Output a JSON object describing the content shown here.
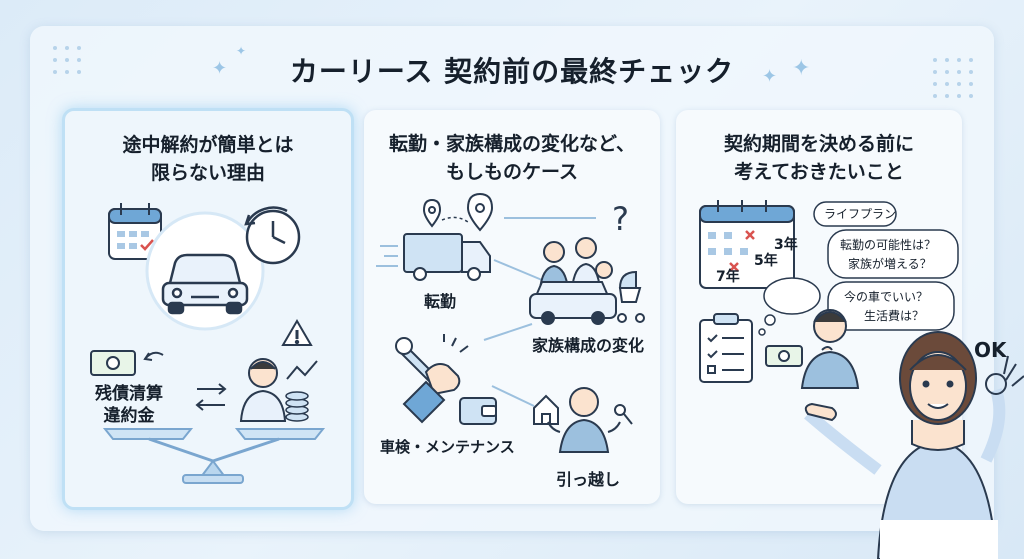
{
  "title": "カーリース 契約前の最終チェック",
  "panel1": {
    "title_line1": "途中解約が簡単とは",
    "title_line2": "限らない理由",
    "label_line1": "残債清算",
    "label_line2": "違約金"
  },
  "panel2": {
    "title_line1": "転勤・家族構成の変化など、",
    "title_line2": "もしものケース",
    "label_transfer": "転勤",
    "label_family": "家族構成の変化",
    "label_maintenance": "車検・メンテナンス",
    "label_moving": "引っ越し"
  },
  "panel3": {
    "title_line1": "契約期間を決める前に",
    "title_line2": "考えておきたいこと",
    "years": [
      "3年",
      "5年",
      "7年"
    ],
    "bubbles": [
      "ライフプラン",
      "転勤の可能性は？",
      "家族が増える？",
      "今の車でいい？",
      "生活費は？"
    ],
    "ok_label": "OK"
  }
}
